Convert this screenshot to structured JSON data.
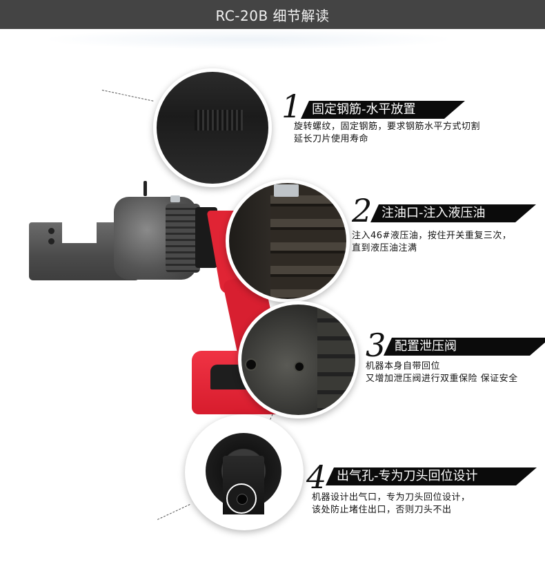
{
  "header": {
    "title": "RC-20B 细节解读"
  },
  "product": {
    "name": "rebar-cutter",
    "accent_color": "#e02434",
    "body_color": "#4a4a4a"
  },
  "callouts": [
    {
      "number": "1",
      "title": "固定钢筋-水平放置",
      "lines": [
        "旋转螺纹，固定钢筋，要求钢筋水平方式切割",
        "延长刀片使用寿命"
      ]
    },
    {
      "number": "2",
      "title": "注油口-注入液压油",
      "lines": [
        "注入46#液压油，按住开关重复三次，",
        "直到液压油注满"
      ]
    },
    {
      "number": "3",
      "title": "配置泄压阀",
      "lines": [
        "机器本身自带回位",
        "又增加泄压阀进行双重保险 保证安全"
      ]
    },
    {
      "number": "4",
      "title": "出气孔-专为刀头回位设计",
      "lines": [
        "机器设计出气口，专为刀头回位设计，",
        "该处防止堵住出口，否则刀头不出"
      ]
    }
  ]
}
